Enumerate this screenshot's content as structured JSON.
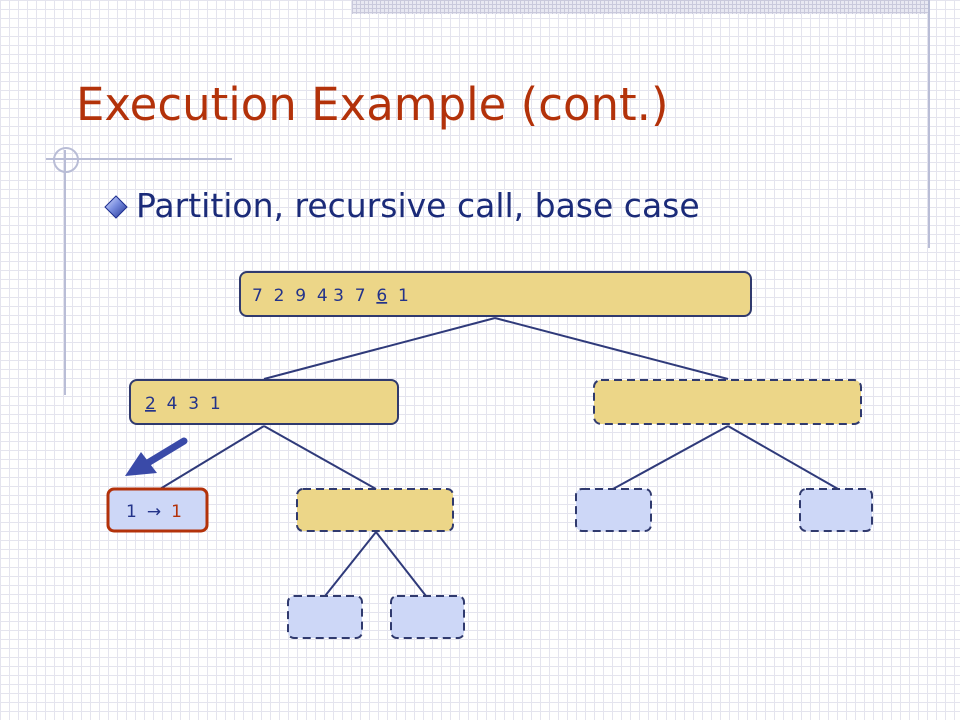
{
  "slide": {
    "title": "Execution Example (cont.)",
    "bullet": "Partition, recursive call, base case"
  },
  "tree": {
    "root": {
      "text_parts": [
        {
          "t": "7  2  9  4 3  7  ",
          "u": false
        },
        {
          "t": "6",
          "u": true
        },
        {
          "t": "  1",
          "u": false
        }
      ]
    },
    "left": {
      "text_parts": [
        {
          "t": "2",
          "u": true
        },
        {
          "t": "  4  3  1",
          "u": false
        }
      ]
    },
    "base_case": {
      "input": "1",
      "arrow": "→",
      "output": "1"
    }
  },
  "colors": {
    "title": "#b3320a",
    "text": "#23338a",
    "node_fill": "#ecd688",
    "empty_fill": "#cdd7f7",
    "border": "#303a6e",
    "highlight_border": "#b3320a",
    "pointer_arrow": "#3a4aa8"
  },
  "icons": {
    "bullet": "diamond-icon",
    "pointer": "arrow-down-left-icon"
  }
}
